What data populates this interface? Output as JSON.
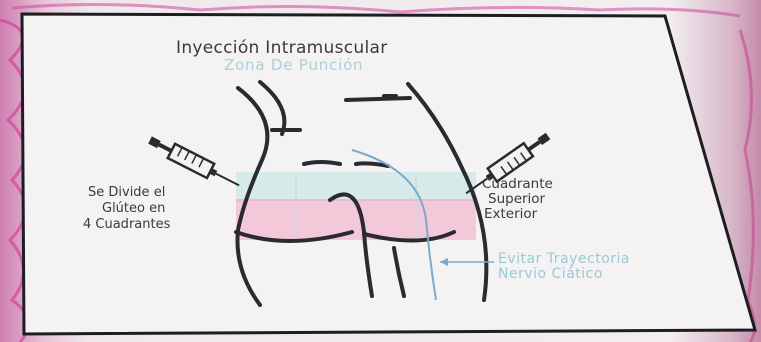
{
  "title": "Inyección Intramuscular",
  "subtitle": "Zona De Punción",
  "left_label": {
    "line1": "Se Divide el",
    "line2": "Glúteo en",
    "line3": "4 Cuadrantes"
  },
  "right_label": {
    "line1": "Cuadrante",
    "line2": "Superior",
    "line3": "Exterior"
  },
  "nerve_label": {
    "line1": "Evitar Trayectoria",
    "line2": "Nervio Ciático"
  },
  "colors": {
    "background_border": "#cf7fb1",
    "card": "#f4f2f3",
    "ink": "#2a2a30",
    "quadrant_pink": "#f2b7cc",
    "quadrant_teal": "#cfe6e6",
    "nerve_line": "#7aa9c9",
    "subtitle_teal": "#a8d2d8"
  }
}
